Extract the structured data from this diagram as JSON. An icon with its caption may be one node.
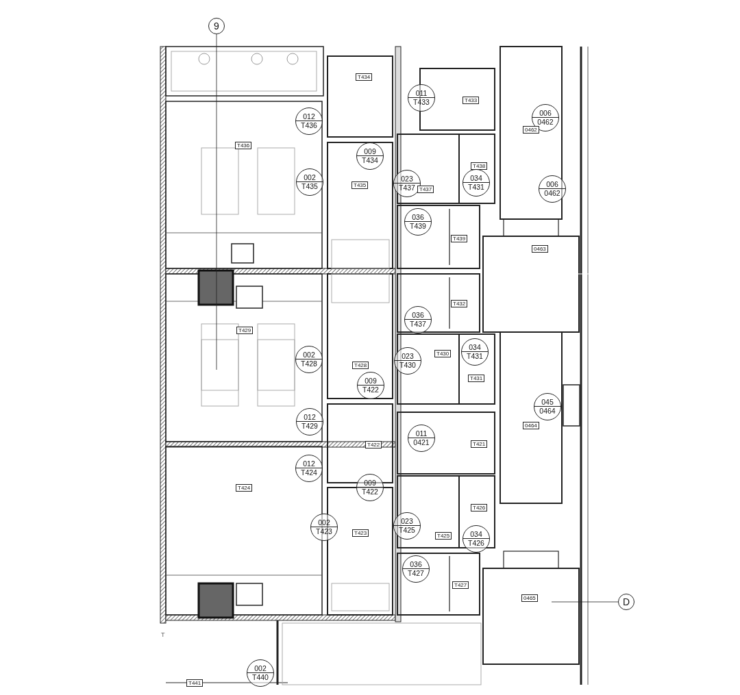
{
  "diagram": {
    "nodes": [
      {
        "text": [
          "9"
        ]
      },
      {
        "text": [
          "T434"
        ]
      },
      {
        "text": [
          "011",
          "T433"
        ]
      },
      {
        "text": [
          "T433"
        ]
      },
      {
        "text": [
          "012",
          "T436"
        ]
      },
      {
        "text": [
          "006",
          "0462"
        ]
      },
      {
        "text": [
          "T436"
        ]
      },
      {
        "text": [
          "0462"
        ]
      },
      {
        "text": [
          "009",
          "T434"
        ]
      },
      {
        "text": [
          "T438"
        ]
      },
      {
        "text": [
          "002",
          "T435"
        ]
      },
      {
        "text": [
          "T435"
        ]
      },
      {
        "text": [
          "023",
          "T437"
        ]
      },
      {
        "text": [
          "T437"
        ]
      },
      {
        "text": [
          "034",
          "T431"
        ]
      },
      {
        "text": [
          "006",
          "0462"
        ]
      },
      {
        "text": [
          "036",
          "T439"
        ]
      },
      {
        "text": [
          "T439"
        ]
      },
      {
        "text": [
          "0463"
        ]
      },
      {
        "text": [
          "T432"
        ]
      },
      {
        "text": [
          "036",
          "T437"
        ]
      },
      {
        "text": [
          "T429"
        ]
      },
      {
        "text": [
          "T430"
        ]
      },
      {
        "text": [
          "034",
          "T431"
        ]
      },
      {
        "text": [
          "002",
          "T428"
        ]
      },
      {
        "text": [
          "023",
          "T430"
        ]
      },
      {
        "text": [
          "T428"
        ]
      },
      {
        "text": [
          "T431"
        ]
      },
      {
        "text": [
          "009",
          "T422"
        ]
      },
      {
        "text": [
          "045",
          "0464"
        ]
      },
      {
        "text": [
          "0464"
        ]
      },
      {
        "text": [
          "012",
          "T429"
        ]
      },
      {
        "text": [
          "011",
          "0421"
        ]
      },
      {
        "text": [
          "T422"
        ]
      },
      {
        "text": [
          "T421"
        ]
      },
      {
        "text": [
          "012",
          "T424"
        ]
      },
      {
        "text": [
          "T424"
        ]
      },
      {
        "text": [
          "009",
          "T422"
        ]
      },
      {
        "text": [
          "T426"
        ]
      },
      {
        "text": [
          "002",
          "T423"
        ]
      },
      {
        "text": [
          "T423"
        ]
      },
      {
        "text": [
          "023",
          "T425"
        ]
      },
      {
        "text": [
          "T425"
        ]
      },
      {
        "text": [
          "034",
          "T426"
        ]
      },
      {
        "text": [
          "036",
          "T427"
        ]
      },
      {
        "text": [
          "T427"
        ]
      },
      {
        "text": [
          "0465"
        ]
      },
      {
        "text": [
          "D"
        ]
      },
      {
        "text": [
          "002",
          "T440"
        ]
      },
      {
        "text": [
          "T441"
        ]
      }
    ],
    "labels": [
      "T"
    ]
  }
}
